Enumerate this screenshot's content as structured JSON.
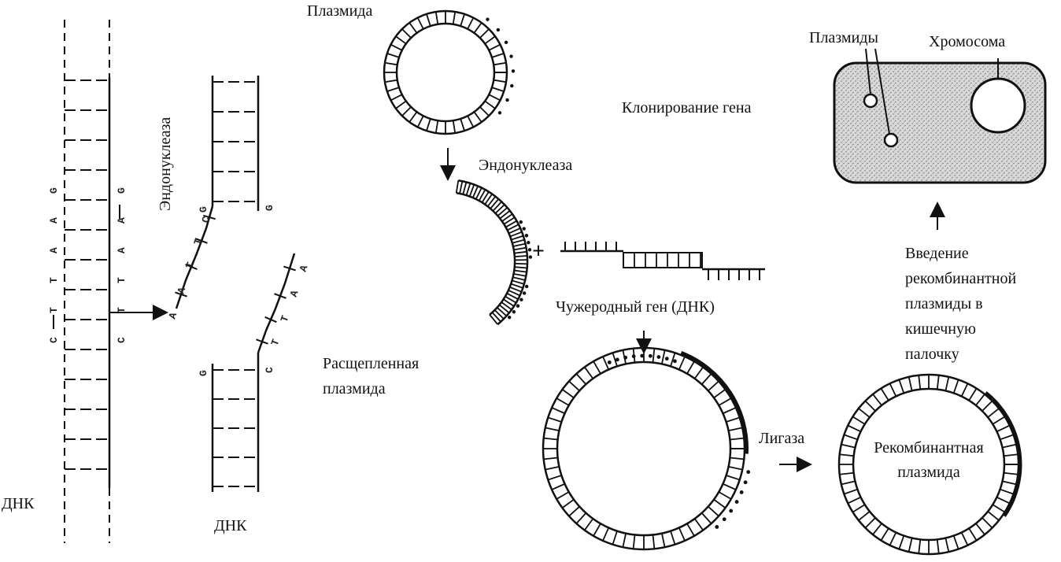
{
  "labels": {
    "dna_left": "ДНК",
    "dna_cut": "ДНК",
    "endonuclease_vertical": "Эндонуклеаза",
    "plasmid_top": "Плазмида",
    "endonuclease_arrow": "Эндонуклеаза",
    "cleaved_line1": "Расщепленная",
    "cleaved_line2": "плазмида",
    "foreign_gene": "Чужеродный ген (ДНК)",
    "ligase": "Лигаза",
    "recombinant_line1": "Рекомбинантная",
    "recombinant_line2": "плазмида",
    "cloning": "Клонирование гена",
    "plasmids": "Плазмиды",
    "chromosome": "Хромосома",
    "intro_line1": "Введение",
    "intro_line2": "рекомбинантной",
    "intro_line3": "плазмиды в",
    "intro_line4": "кишечную",
    "intro_line5": "палочку",
    "plus": "+"
  },
  "sequences": {
    "left_strand": [
      "C",
      "T",
      "T",
      "A",
      "A",
      "G"
    ],
    "right_strand": [
      "G",
      "A",
      "A",
      "T",
      "T",
      "C"
    ],
    "cut_left_top": "G",
    "cut_left_bottom": "G",
    "cut_left_tail": [
      "A",
      "A",
      "T",
      "T",
      "C"
    ],
    "cut_right_top": "G",
    "cut_right_bottom": "C",
    "cut_right_tail": [
      "T",
      "T",
      "A",
      "A"
    ]
  },
  "colors": {
    "ink": "#111111",
    "cell_stipple": "#b8b8b8"
  }
}
